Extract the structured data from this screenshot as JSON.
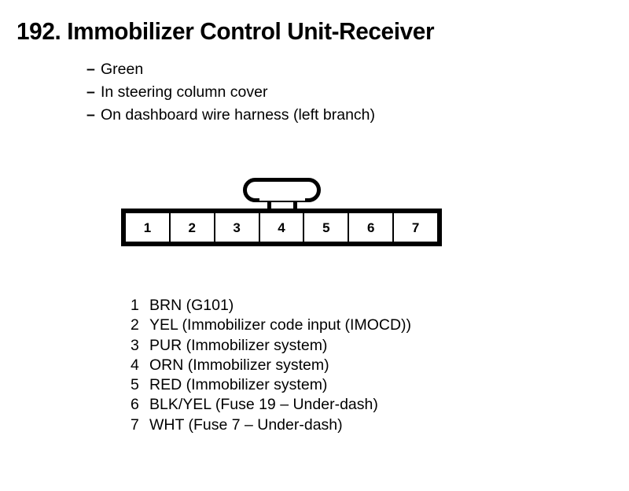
{
  "header": {
    "number": "192.",
    "title": "192. Immobilizer Control Unit-Receiver"
  },
  "notes": {
    "dash": "–",
    "items": [
      "Green",
      "In steering column cover",
      "On dashboard wire harness (left branch)"
    ]
  },
  "connector": {
    "pin_count": 7,
    "pins": [
      "1",
      "2",
      "3",
      "4",
      "5",
      "6",
      "7"
    ],
    "latch": "connector-latch-tab",
    "outline_color": "#000000",
    "fill_color": "#ffffff"
  },
  "legend": {
    "rows": [
      {
        "pin": "1",
        "desc": "BRN (G101)"
      },
      {
        "pin": "2",
        "desc": "YEL (Immobilizer code input (IMOCD))"
      },
      {
        "pin": "3",
        "desc": "PUR (Immobilizer system)"
      },
      {
        "pin": "4",
        "desc": "ORN (Immobilizer system)"
      },
      {
        "pin": "5",
        "desc": "RED (Immobilizer system)"
      },
      {
        "pin": "6",
        "desc": "BLK/YEL (Fuse 19 – Under-dash)"
      },
      {
        "pin": "7",
        "desc": "WHT (Fuse 7 – Under-dash)"
      }
    ]
  }
}
